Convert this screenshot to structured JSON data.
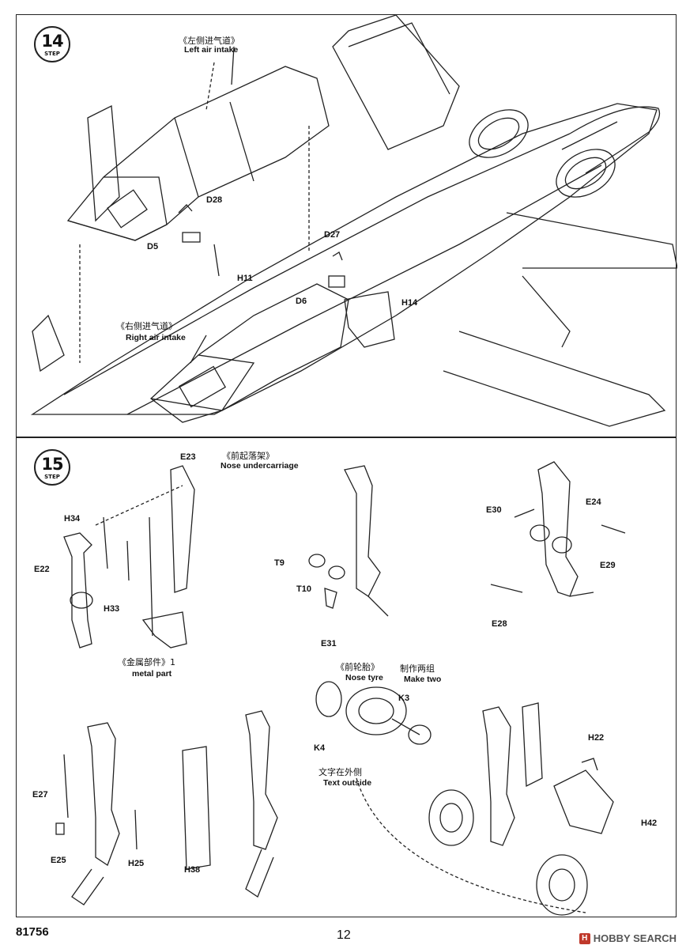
{
  "steps": {
    "step14": {
      "number": "14",
      "label": "STEP"
    },
    "step15": {
      "number": "15",
      "label": "STEP"
    }
  },
  "panel14": {
    "left_intake_cn": "《左侧进气道》",
    "left_intake_en": "Left air intake",
    "right_intake_cn": "《右侧进气道》",
    "right_intake_en": "Right air intake",
    "parts": {
      "d28": "D28",
      "d5": "D5",
      "h11": "H11",
      "d27": "D27",
      "d6": "D6",
      "h14": "H14"
    }
  },
  "panel15": {
    "nose_gear_cn": "《前起落架》",
    "nose_gear_en": "Nose undercarriage",
    "metal_cn": "《金属部件》1",
    "metal_en": "metal part",
    "tyre_cn": "《前轮胎》",
    "tyre_en": "Nose tyre",
    "make_two_cn": "制作两组",
    "make_two_en": "Make two",
    "text_outside_cn": "文字在外侧",
    "text_outside_en": "Text outside",
    "parts": {
      "e23": "E23",
      "h34": "H34",
      "e22": "E22",
      "h33": "H33",
      "t9": "T9",
      "t10": "T10",
      "e31": "E31",
      "e30": "E30",
      "e24": "E24",
      "e29": "E29",
      "e28": "E28",
      "k3": "K3",
      "k4": "K4",
      "e27": "E27",
      "e25": "E25",
      "h25": "H25",
      "h38": "H38",
      "h22": "H22",
      "h42": "H42"
    }
  },
  "footer": {
    "code": "81756",
    "page": "12",
    "watermark": "HOBBY SEARCH"
  },
  "colors": {
    "ink": "#111111",
    "brand": "#c0392b"
  }
}
